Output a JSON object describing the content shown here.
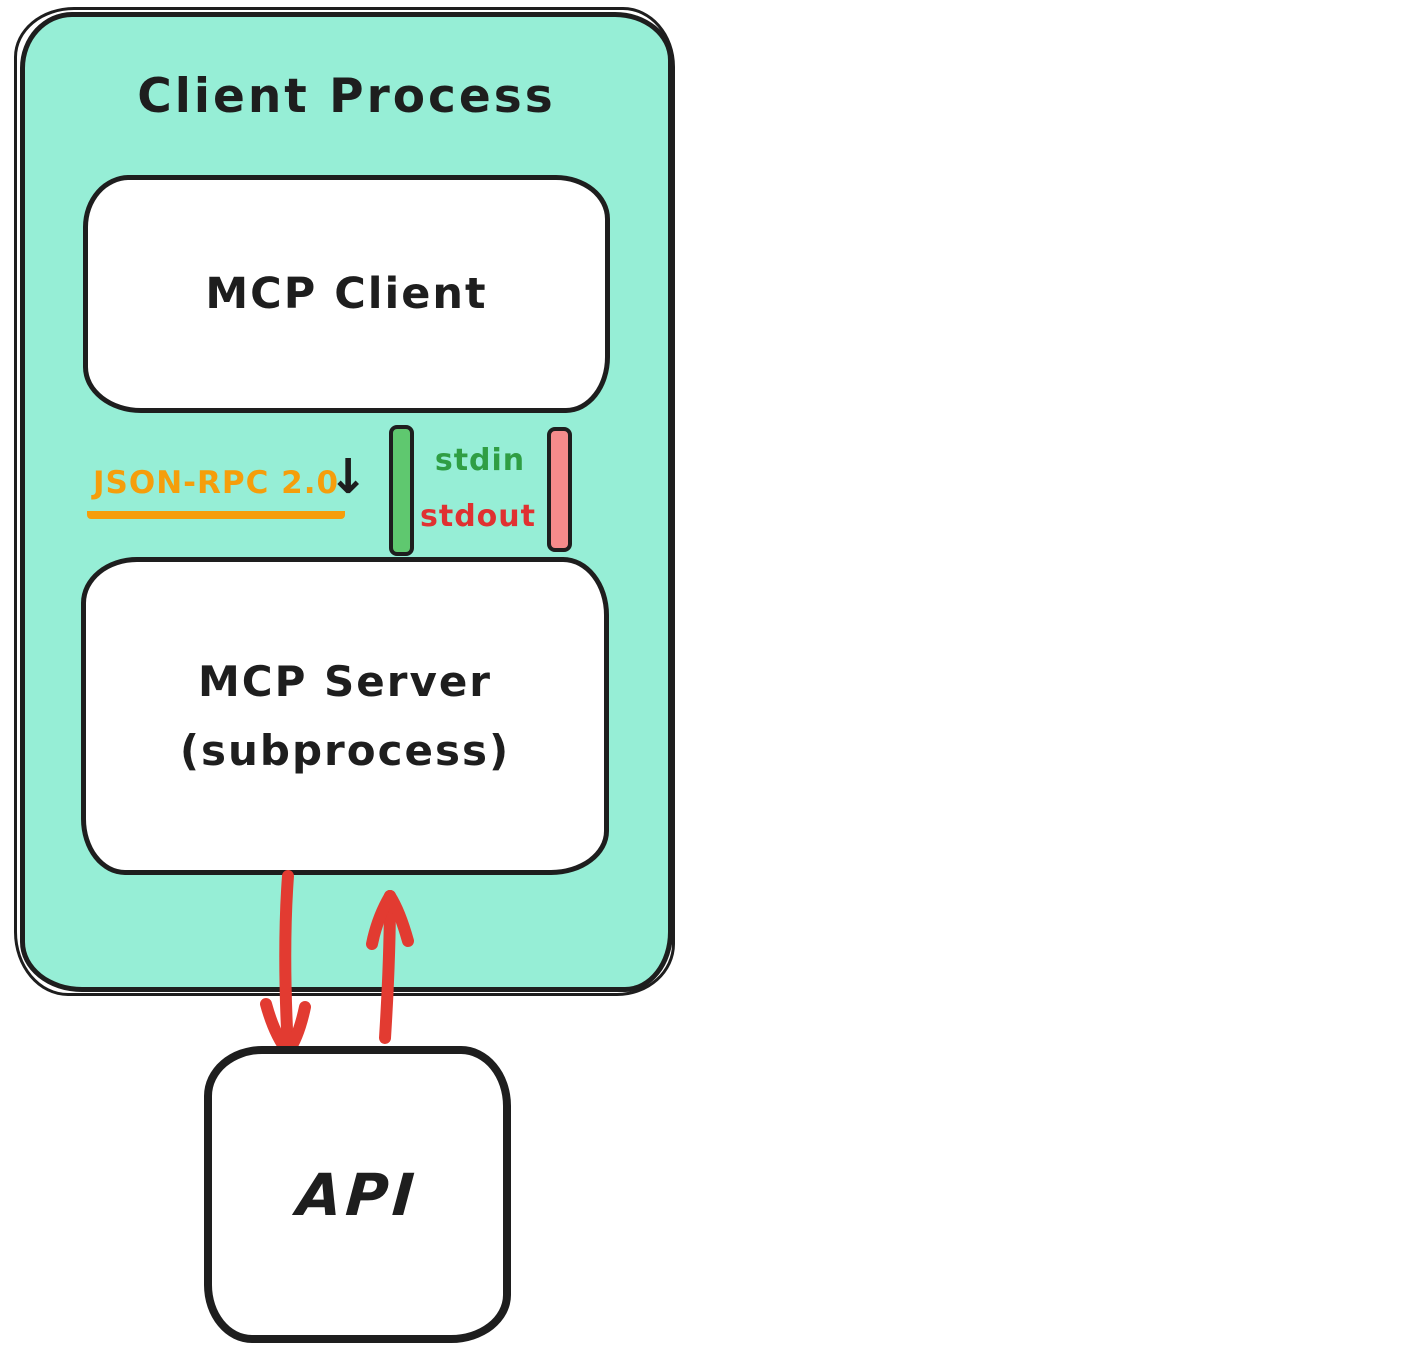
{
  "client_process": {
    "title": "Client Process"
  },
  "mcp_client": {
    "label": "MCP Client"
  },
  "transport": {
    "protocol_label": "JSON-RPC 2.0",
    "down_arrow_glyph": "↓",
    "stdin_label": "stdin",
    "stdout_label": "stdout"
  },
  "mcp_server": {
    "label_line1": "MCP Server",
    "label_line2": "(subprocess)"
  },
  "api": {
    "label": "API"
  },
  "colors": {
    "ink": "#1e1e1e",
    "teal": "#96eed6",
    "orange": "#f59e0b",
    "green": "#2f9e44",
    "red-text": "#e03131",
    "bar-green": "#5fc86f",
    "bar-pink": "#f58b8b",
    "arrow-red": "#e23b31"
  }
}
